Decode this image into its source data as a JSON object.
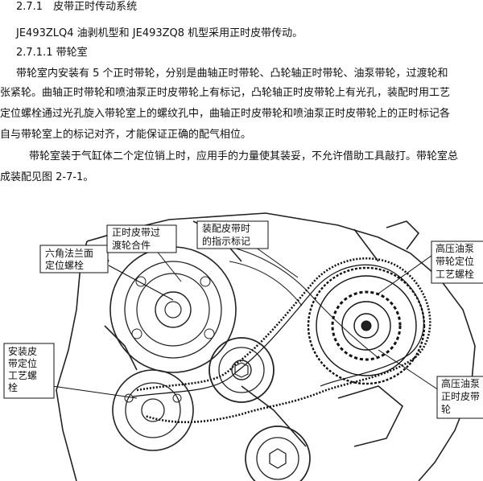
{
  "section": {
    "heading": "2.7.1　皮带正时传动系统",
    "intro": "JE493ZLQ4 油剥机型和 JE493ZQ8 机型采用正时皮带传动。",
    "subheading": "2.7.1.1 带轮室"
  },
  "paragraph1": [
    "带轮室内安装有 5 个正时带轮，分别是曲轴正时带轮、凸轮轴正时带轮、油泵带轮，过渡轮和",
    "张紧轮。曲轴正时带轮和喷油泵正时皮带轮上有标记，凸轮轴正时皮带轮上有光孔，装配时用工艺",
    "定位螺栓通过光孔旋入带轮室上的螺纹孔中，曲轴正时皮带轮和喷油泵正时皮带轮上的正时标记各",
    "自与带轮室上的标记对齐，才能保证正确的配气相位。"
  ],
  "paragraph2": [
    "带轮室装于气缸体二个定位销上时，应用手的力量使其装妥，不允许借助工具敲打。带轮室总",
    "成装配见图 2-7-1。"
  ],
  "figure": {
    "labels": {
      "hex_flange": [
        "六角法兰面",
        "定位螺栓"
      ],
      "transition": [
        "正时皮带过",
        "渡轮合件"
      ],
      "indicator": [
        "装配皮带时",
        "的指示标记"
      ],
      "pump_pulley": [
        "高压油泵",
        "带轮定位",
        "工艺螺栓"
      ],
      "belt_pos": [
        "安装皮",
        "带定位",
        "工艺螺",
        "栓"
      ],
      "pump_belt": [
        "高压油泵",
        "正时皮带",
        "轮"
      ]
    }
  }
}
